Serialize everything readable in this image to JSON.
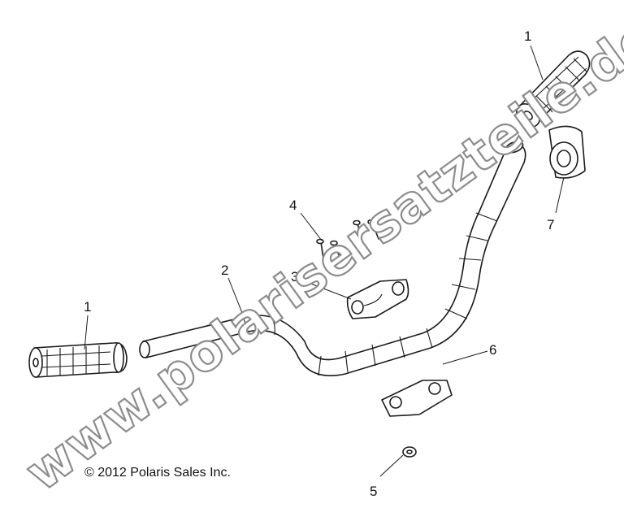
{
  "diagram": {
    "callouts": [
      {
        "id": "grip-left",
        "label": "1"
      },
      {
        "id": "grip-right",
        "label": "1"
      },
      {
        "id": "handlebar",
        "label": "2"
      },
      {
        "id": "clamp-upper",
        "label": "3"
      },
      {
        "id": "bolts",
        "label": "4"
      },
      {
        "id": "nut",
        "label": "5"
      },
      {
        "id": "clamp-lower",
        "label": "6"
      },
      {
        "id": "end-cap",
        "label": "7"
      }
    ],
    "copyright": "© 2012 Polaris Sales Inc.",
    "watermark": "www.polarisersatzteile.de"
  }
}
